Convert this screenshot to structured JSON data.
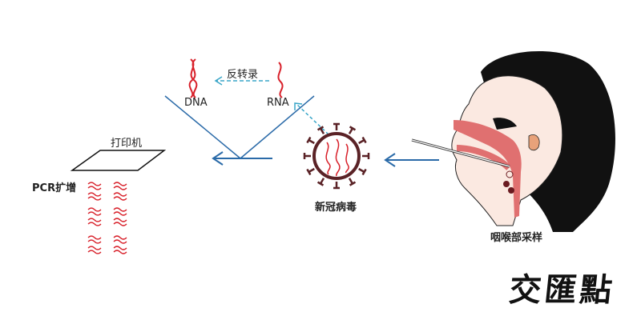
{
  "labels": {
    "reverse_transcription": "反转录",
    "dna": "DNA",
    "rna": "RNA",
    "printer": "打印机",
    "pcr": "PCR扩增",
    "virus": "新冠病毒",
    "sampling": "咽喉部采样",
    "watermark": "交匯點"
  },
  "colors": {
    "arrow_blue": "#2a6aa8",
    "dashed_cyan": "#3aa6c8",
    "strand_red": "#d8202a",
    "virus_brown": "#5a2226",
    "throat_pink": "#e07070",
    "hair_black": "#111111"
  }
}
